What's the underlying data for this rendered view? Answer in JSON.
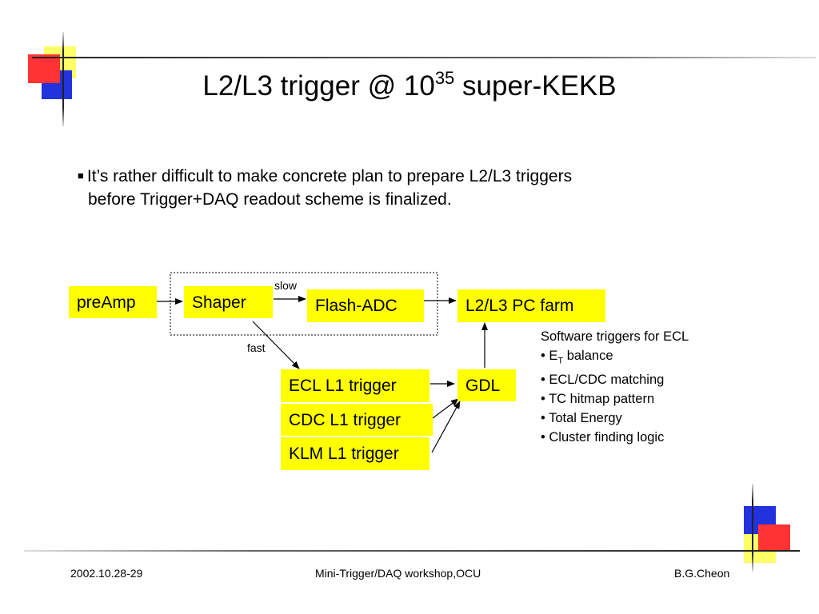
{
  "slide": {
    "title": "L2/L3 trigger @ 10",
    "title_sup": "35",
    "title_end": " super-KEKB",
    "bullet": {
      "line1": "It’s rather difficult to make concrete plan to prepare L2/L3 triggers",
      "line2": "before Trigger+DAQ readout scheme is finalized."
    }
  },
  "diagram": {
    "boxes": {
      "preamp": "preAmp",
      "shaper": "Shaper",
      "flash_adc": "Flash-ADC",
      "pc_farm": "L2/L3 PC farm",
      "ecl_l1": "ECL L1 trigger",
      "cdc_l1": "CDC L1 trigger",
      "klm_l1": "KLM L1 trigger",
      "gdl": "GDL"
    },
    "labels": {
      "slow": "slow",
      "fast": "fast"
    },
    "notes": {
      "heading": "Software triggers for ECL",
      "item1_pre": "• E",
      "item1_sub": "T",
      "item1_post": " balance",
      "item2": "• ECL/CDC matching",
      "item3": "• TC hitmap pattern",
      "item4": "• Total Energy",
      "item5": "• Cluster finding logic"
    },
    "box_color": "#ffff00"
  },
  "footer": {
    "date": "2002.10.28-29",
    "event": "Mini-Trigger/DAQ workshop,OCU",
    "author": "B.G.Cheon"
  },
  "colors": {
    "red": "#ff3333",
    "yellow": "#ffff66",
    "blue": "#2233dd"
  }
}
